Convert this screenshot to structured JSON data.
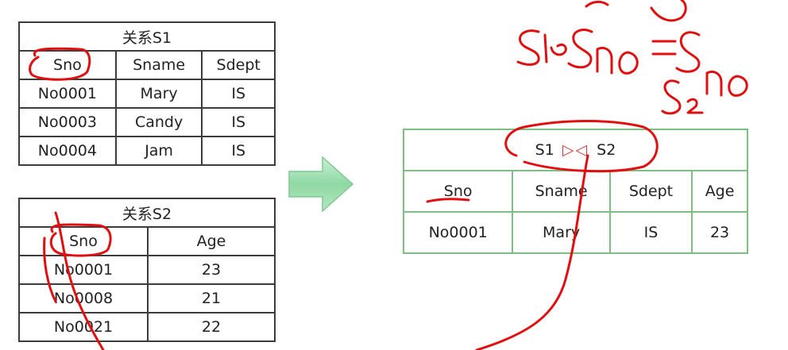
{
  "relation_s1": {
    "title": "关系S1",
    "headers": [
      "Sno",
      "Sname",
      "Sdept"
    ],
    "rows": [
      [
        "No0001",
        "Mary",
        "IS"
      ],
      [
        "No0003",
        "Candy",
        "IS"
      ],
      [
        "No0004",
        "Jam",
        "IS"
      ]
    ]
  },
  "relation_s2": {
    "title": "关系S2",
    "headers": [
      "Sno",
      "Age"
    ],
    "rows": [
      [
        "No0001",
        "23"
      ],
      [
        "No0008",
        "21"
      ],
      [
        "No0021",
        "22"
      ]
    ]
  },
  "result": {
    "title_left": "S1",
    "title_symbol": "▷◁",
    "title_right": "S2",
    "headers": [
      "Sno",
      "Sname",
      "Sdept",
      "Age"
    ],
    "rows": [
      [
        "No0001",
        "Mary",
        "IS",
        "23"
      ]
    ]
  },
  "colors": {
    "table_border": "#3c3c3c",
    "result_border": "#7dbe85",
    "join_symbol": "#d83a3a",
    "arrow": "#8fd9a4",
    "ink": "#e01010"
  },
  "icons": {
    "arrow": "right-arrow-icon"
  }
}
